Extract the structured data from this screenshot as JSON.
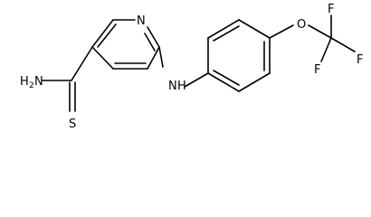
{
  "molecule": {
    "atom_labels": {
      "pyridine_n": "N",
      "amine_nh": "N",
      "amine_h": "H",
      "amide_nh2_h": "H",
      "amide_nh2_n": "N",
      "amide_nh2_sub": "2",
      "thione_s": "S",
      "ether_o": "O",
      "fluorine_1": "F",
      "fluorine_2": "F",
      "fluorine_3": "F"
    }
  }
}
